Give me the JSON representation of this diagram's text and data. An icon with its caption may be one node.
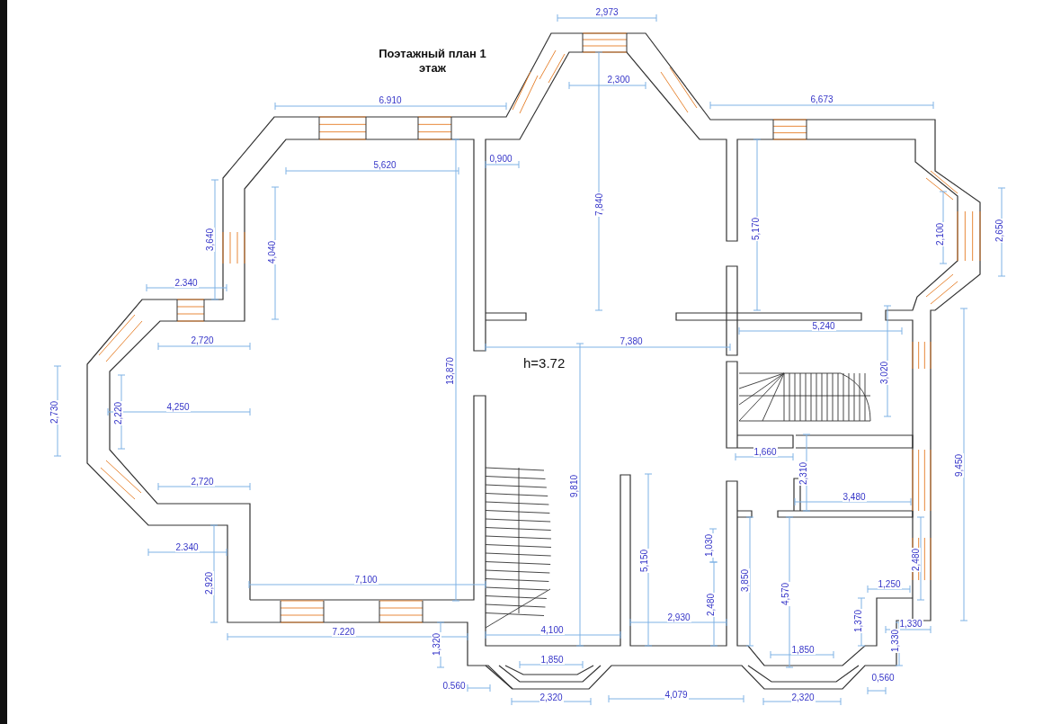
{
  "diagram": {
    "title": "Поэтажный план 1 этаж",
    "labels": [
      "2,973",
      "2,300",
      "6.910",
      "6,673",
      "5,620",
      "0,900",
      "7,840",
      "5,170",
      "3,640",
      "4,040",
      "2,100",
      "2,650",
      "2.340",
      "5,240",
      "2,720",
      "7,380",
      "13,870",
      "3,020",
      "2,730",
      "2,220",
      "4,250",
      "1,660",
      "2,310",
      "9,450",
      "2,720",
      "9,810",
      "3,480",
      "2.340",
      "1,030",
      "5,150",
      "2,480",
      "2,920",
      "7,100",
      "3,850",
      "4,570",
      "1,250",
      "2,480",
      "1,370",
      "7.220",
      "4,100",
      "2,930",
      "1,330",
      "1,320",
      "1,330",
      "1,850",
      "1,850",
      "0.560",
      "0,560",
      "2,320",
      "4,079",
      "2,320",
      "h=3.72"
    ]
  }
}
